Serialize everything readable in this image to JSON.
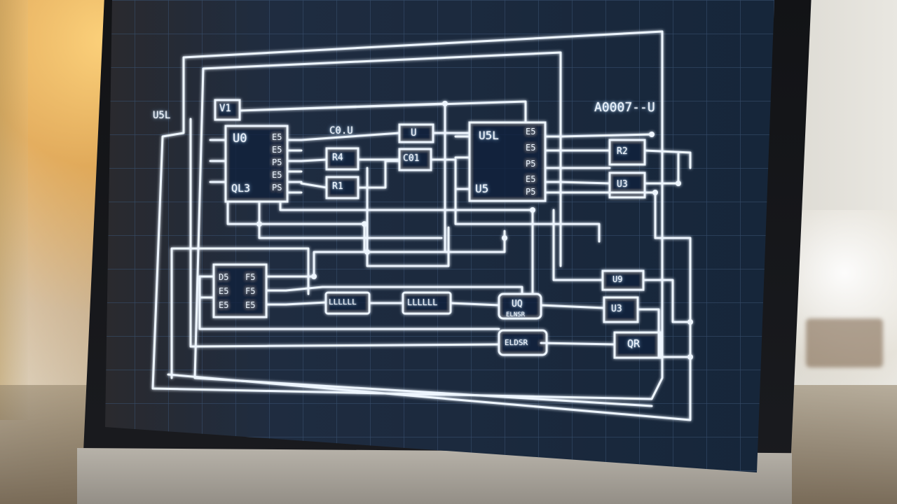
{
  "scene": {
    "subject": "monitor-showing-circuit-schematic",
    "colors": {
      "screen_bg": "#1e2b3e",
      "grid_line": "#3a5272",
      "trace": "#eef6ff",
      "glow": "#9fd1ff",
      "warm_light": "#f2b44a"
    }
  },
  "schematic": {
    "label_top_right": "A0007--U",
    "label_left": "U5L",
    "chip_a_label_top": "U0",
    "chip_a_label_bottom": "QL3",
    "chip_b_label_top": "U5L",
    "chip_b_label_bottom": "U5",
    "small_box_1": "V1",
    "small_box_2": "U",
    "small_box_3": "C01",
    "small_box_4": "R4",
    "small_box_5": "R1",
    "small_box_6": "R2",
    "small_box_7": "U3",
    "small_box_8": "U9",
    "small_box_9": "U3",
    "small_box_10": "QR",
    "bus_box_1": "LLLLLL",
    "bus_box_2": "LLLLLL",
    "bus_box_3": "UQ",
    "bus_box_4": "ELDSR",
    "bus_box_5": "ELNSR",
    "header_label": "C0.U"
  }
}
